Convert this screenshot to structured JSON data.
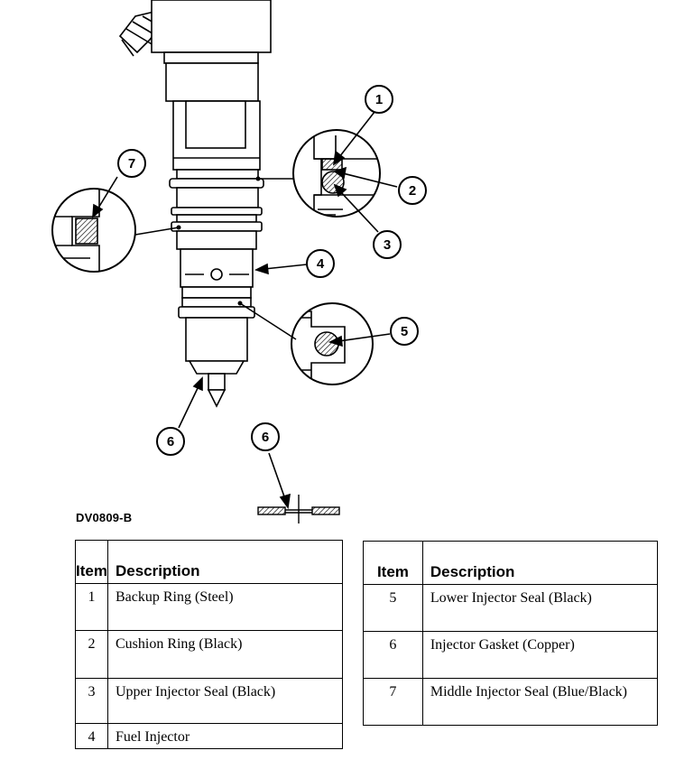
{
  "callouts": [
    {
      "id": "callout-1",
      "label": "1"
    },
    {
      "id": "callout-2",
      "label": "2"
    },
    {
      "id": "callout-3",
      "label": "3"
    },
    {
      "id": "callout-4",
      "label": "4"
    },
    {
      "id": "callout-5",
      "label": "5"
    },
    {
      "id": "callout-6a",
      "label": "6"
    },
    {
      "id": "callout-6b",
      "label": "6"
    },
    {
      "id": "callout-7",
      "label": "7"
    }
  ],
  "figure_id": "DV0809-B",
  "table_left": {
    "headers": {
      "item": "Item",
      "description": "Description"
    },
    "rows": [
      {
        "item": "1",
        "description": "Backup Ring (Steel)"
      },
      {
        "item": "2",
        "description": "Cushion Ring (Black)"
      },
      {
        "item": "3",
        "description": "Upper Injector Seal (Black)"
      },
      {
        "item": "4",
        "description": "Fuel Injector"
      }
    ]
  },
  "table_right": {
    "headers": {
      "item": "Item",
      "description": "Description"
    },
    "rows": [
      {
        "item": "5",
        "description": "Lower Injector Seal (Black)"
      },
      {
        "item": "6",
        "description": "Injector Gasket (Copper)"
      },
      {
        "item": "7",
        "description": "Middle Injector Seal (Blue/Black)"
      }
    ]
  }
}
